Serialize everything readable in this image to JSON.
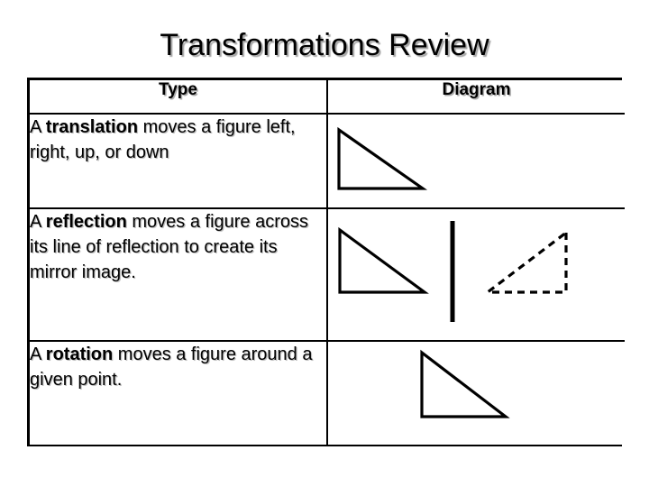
{
  "slide": {
    "title": "Transformations Review"
  },
  "table": {
    "headers": [
      {
        "label": "Type"
      },
      {
        "label": "Diagram"
      }
    ],
    "rows": [
      {
        "id": "translation",
        "text_prefix": "A ",
        "term": "translation",
        "text_suffix": " moves a figure left, right, up, or down",
        "diagram_name": "translation-diagram",
        "diagram_description": "One solid right triangle"
      },
      {
        "id": "reflection",
        "text_prefix": "A ",
        "term": "reflection",
        "text_suffix": " moves a figure across its line of reflection to create its mirror image.",
        "diagram_name": "reflection-diagram",
        "diagram_description": "Solid right triangle, vertical line of reflection, dashed mirrored triangle"
      },
      {
        "id": "rotation",
        "text_prefix": "A ",
        "term": "rotation",
        "text_suffix": " moves a figure around a given point.",
        "diagram_name": "rotation-diagram",
        "diagram_description": "One solid right triangle"
      }
    ]
  },
  "colors": {
    "background": "#ffffff",
    "ink": "#000000",
    "text_shadow": "#a0a0a0"
  }
}
